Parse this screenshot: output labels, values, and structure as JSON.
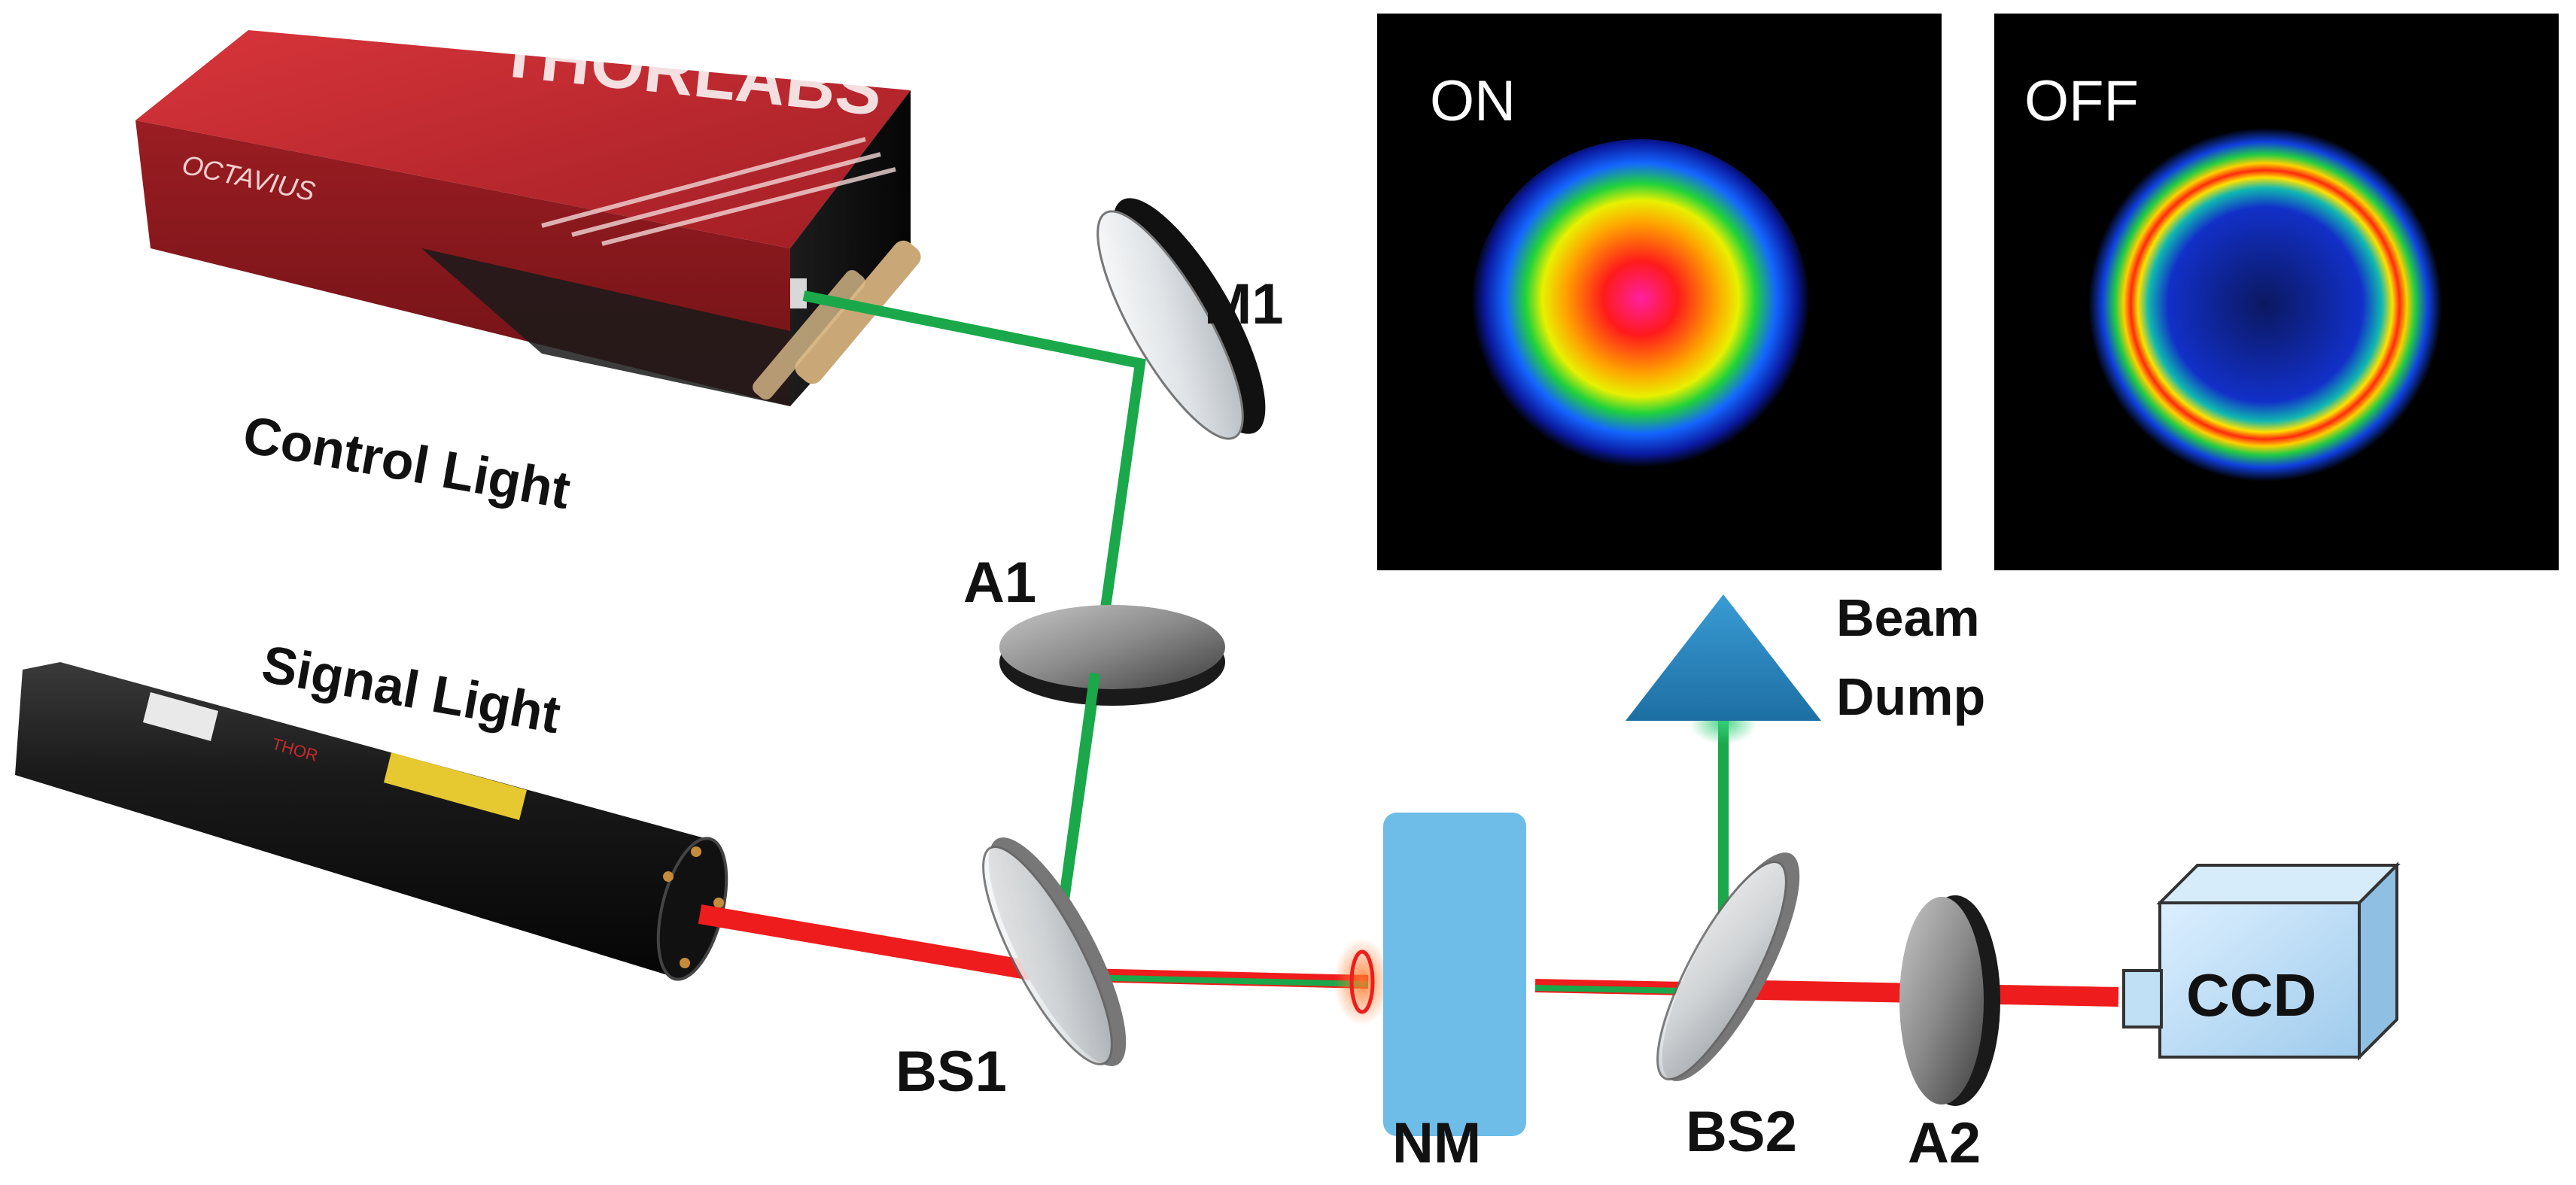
{
  "labels": {
    "control_light": "Control Light",
    "signal_light": "Signal Light",
    "m1": "M1",
    "a1": "A1",
    "bs1": "BS1",
    "nm": "NM",
    "bs2": "BS2",
    "a2": "A2",
    "ccd": "CCD",
    "beam_dump_line1": "Beam",
    "beam_dump_line2": "Dump"
  },
  "panels": {
    "on_label": "ON",
    "off_label": "OFF"
  },
  "device_branding": {
    "control_brand": "THORLABS",
    "control_model": "OCTAVIUS",
    "signal_brand": "THOR"
  },
  "colors": {
    "control_beam": "#1aa84a",
    "signal_beam": "#ee1c1c",
    "nm_block": "#6dbde8",
    "ccd_body": "#bfe0f5",
    "beam_dump": "#2a8fc9",
    "control_laser_body": "#b3272d",
    "panel_background": "#000000"
  }
}
